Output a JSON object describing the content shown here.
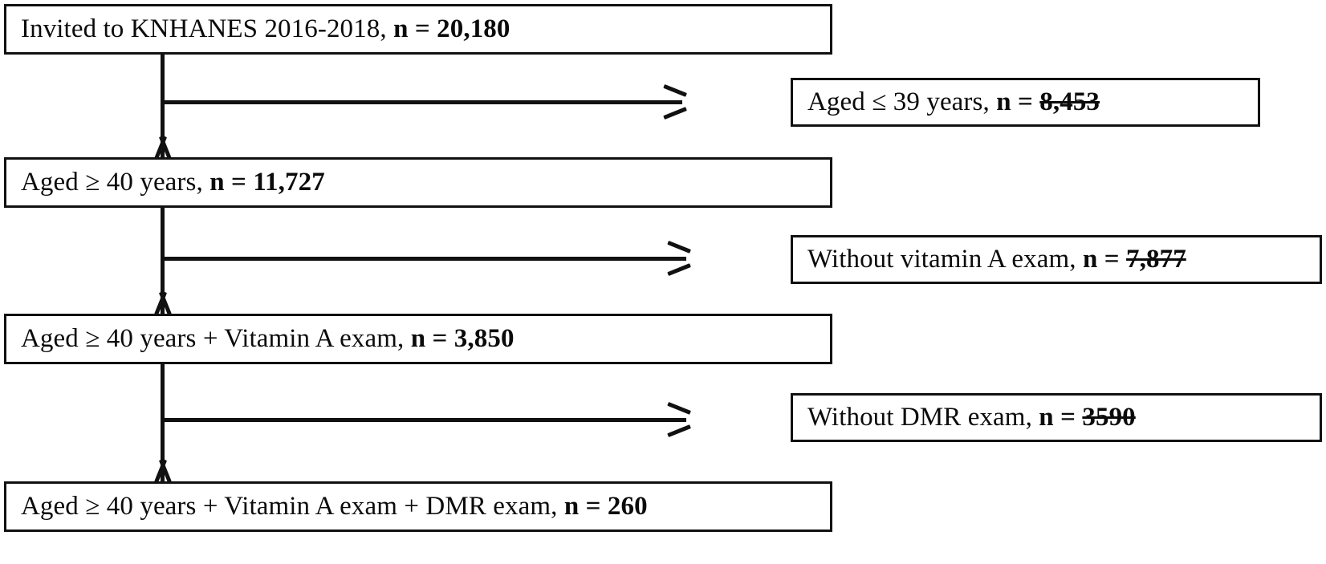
{
  "figure": {
    "type": "flowchart",
    "orientation": "vertical-with-right-exclusions",
    "line_color": "#111111",
    "box_fill": "#ffffff",
    "text_color": "#0b0b0b"
  },
  "nodes": {
    "invited": {
      "label": "Invited to KNHANES 2016-2018,",
      "n_label": "n",
      "equals": "=",
      "n_value": "20,180",
      "struck": false
    },
    "aged40": {
      "label": "Aged ≥ 40 years,",
      "n_label": "n",
      "equals": "=",
      "n_value": "11,727",
      "struck": false
    },
    "aged40_vita": {
      "label": "Aged ≥ 40 years + Vitamin A exam,",
      "n_label": "n",
      "equals": "=",
      "n_value": "3,850",
      "struck": false
    },
    "final": {
      "label": "Aged ≥ 40 years + Vitamin A exam + DMR exam,",
      "n_label": "n",
      "equals": "=",
      "n_value": "260",
      "struck": false
    }
  },
  "exclusions": {
    "age": {
      "label": "Aged ≤ 39 years,",
      "n_label": "n",
      "equals": "=",
      "n_value": "8,453",
      "struck": true
    },
    "vitamin_a": {
      "label": "Without vitamin A exam,",
      "n_label": "n",
      "equals": "=",
      "n_value": "7,877",
      "struck": true
    },
    "dmr": {
      "label": "Without DMR exam,",
      "n_label": "n",
      "equals": "=",
      "n_value": "3590",
      "struck": true
    }
  },
  "connectors": {
    "arrow_down_icon": "arrow-down-icon",
    "arrow_right_icon": "arrow-right-icon"
  }
}
